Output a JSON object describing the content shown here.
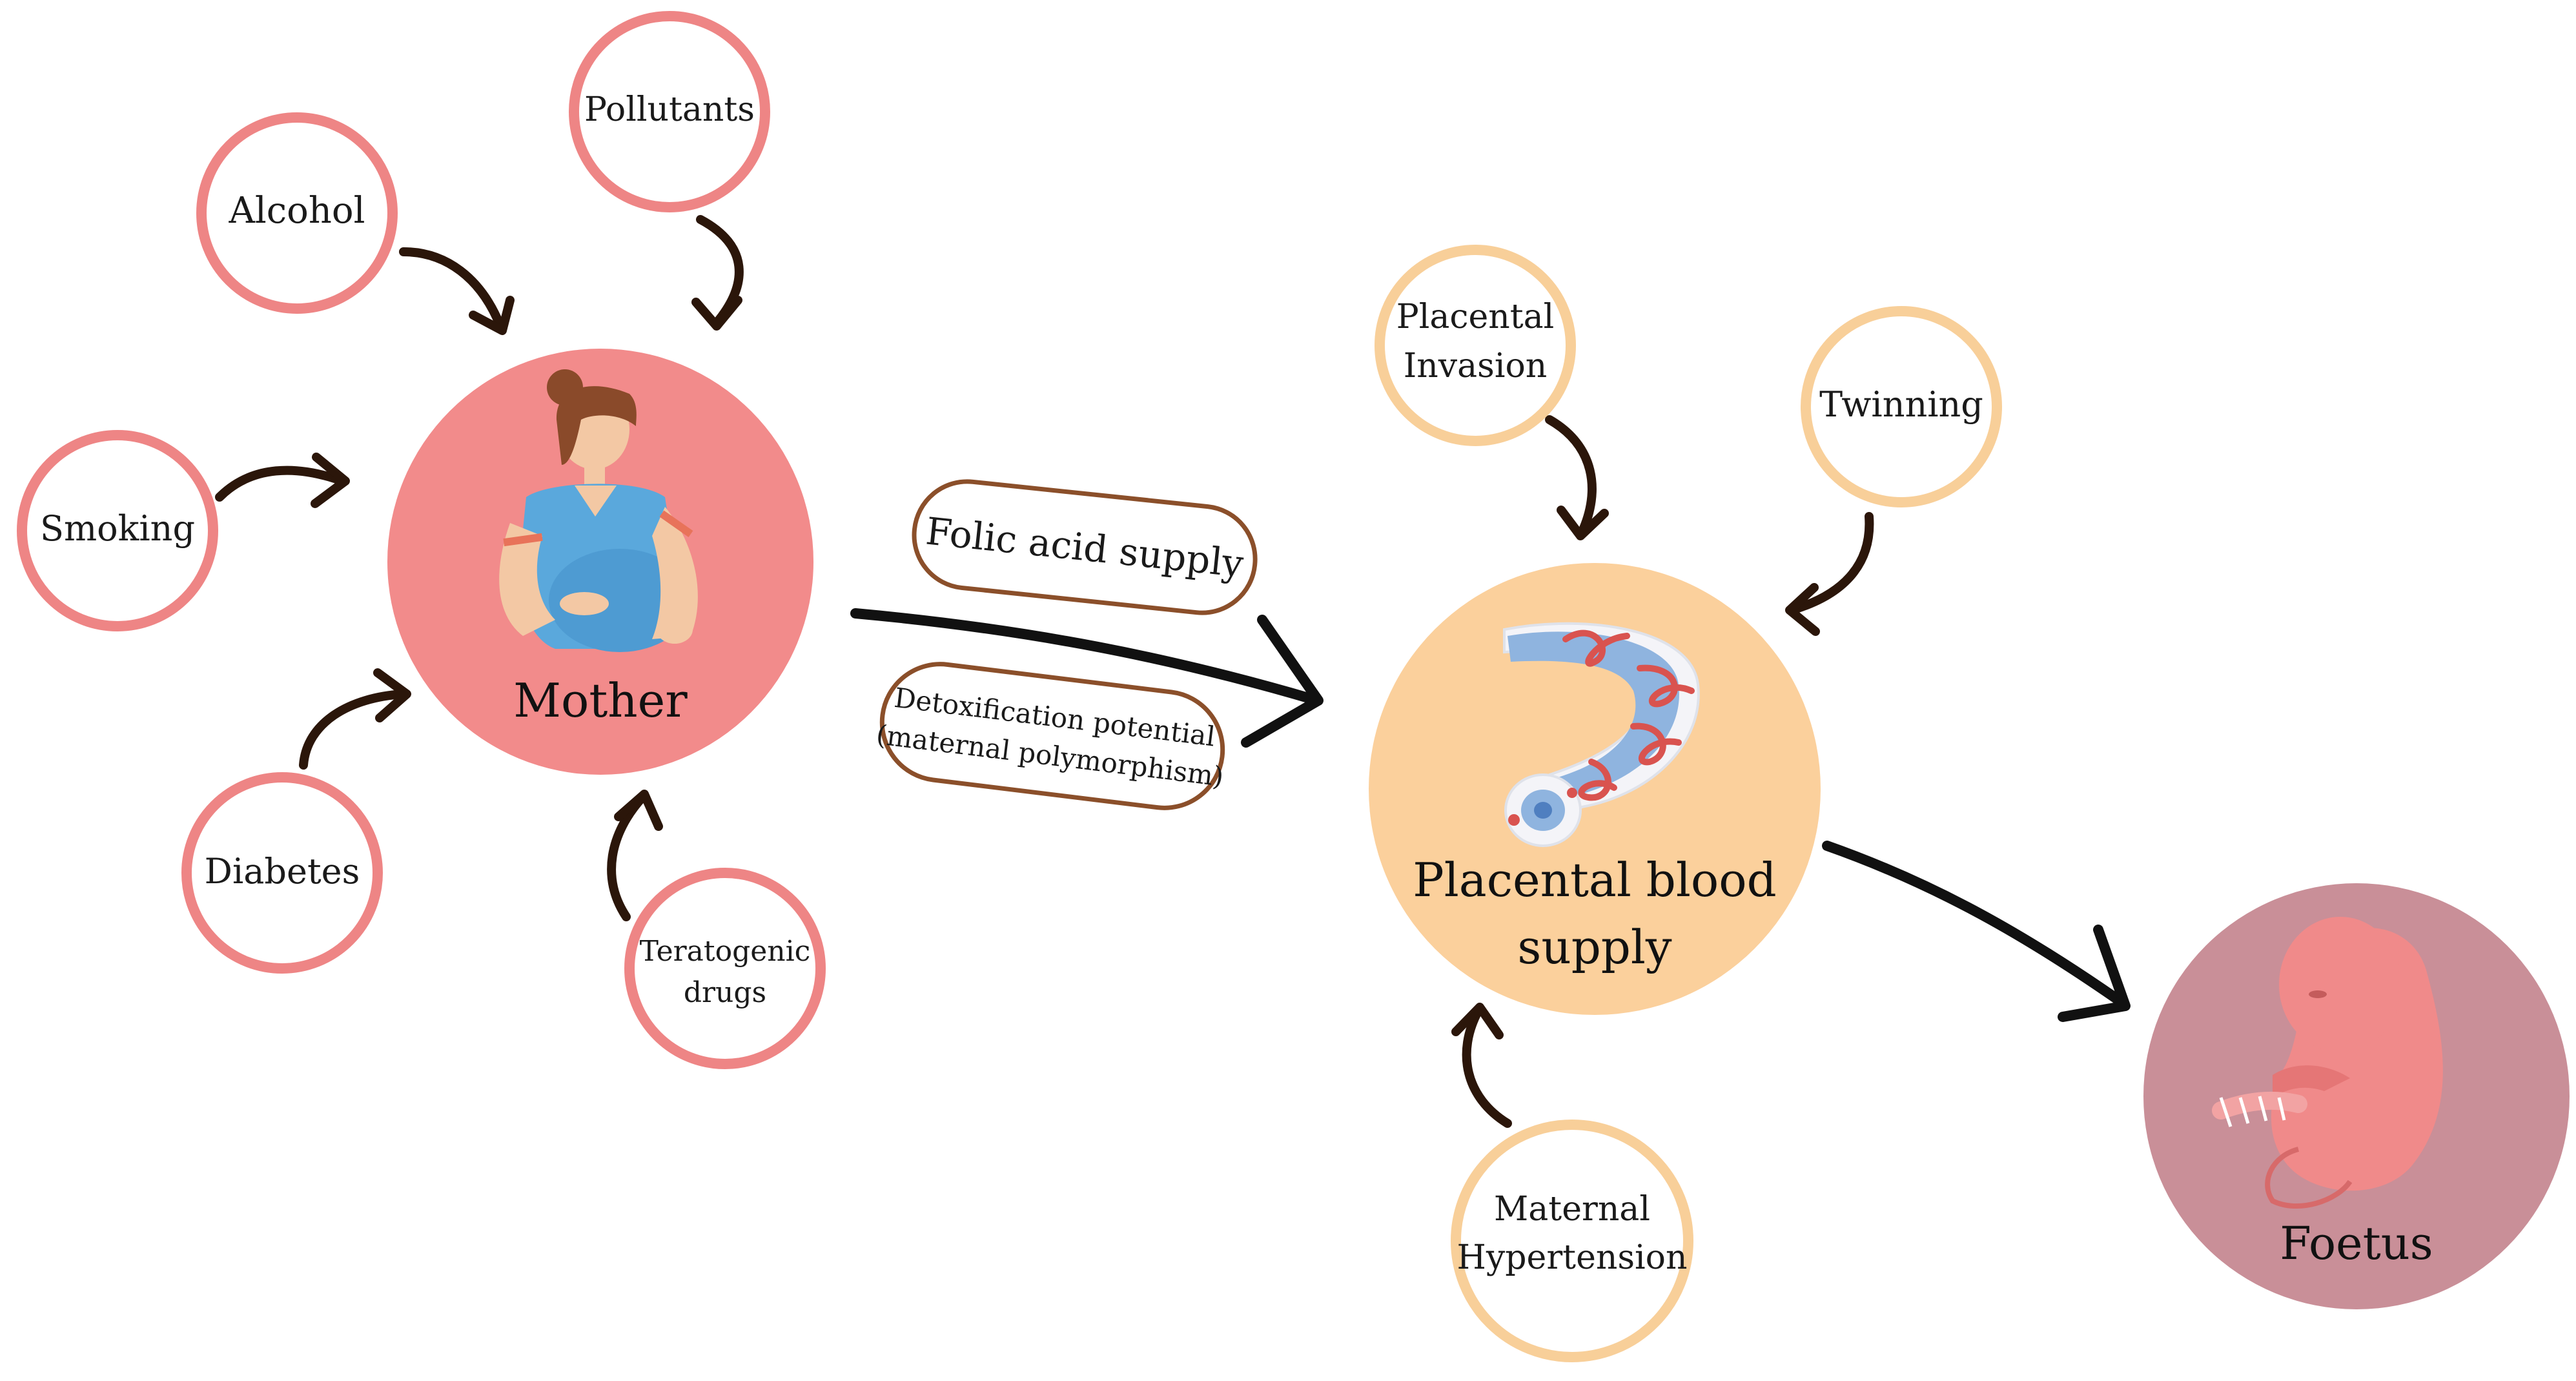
{
  "colors": {
    "maternal_ring": "#ee8585",
    "mother_fill": "#f28b8b",
    "placenta_ring": "#f8cf99",
    "placenta_fill": "#fbd09c",
    "foetus_fill": "#c98f98",
    "pill_border": "#8b4f2a",
    "arrow": "#2b160a",
    "main_arrow": "#111111",
    "vessel_blue": "#8fb4df",
    "vessel_red": "#d9534f",
    "skin": "#f3c8a4",
    "shirt": "#5aa8dc",
    "hair": "#8a4a2a",
    "embryo": "#f08a8a"
  },
  "hubs": {
    "mother": "Mother",
    "placenta": [
      "Placental blood",
      "supply"
    ],
    "foetus": "Foetus"
  },
  "maternal_factors": {
    "pollutants": "Pollutants",
    "alcohol": "Alcohol",
    "smoking": "Smoking",
    "diabetes": "Diabetes",
    "teratogenic": [
      "Teratogenic",
      "drugs"
    ]
  },
  "placental_factors": {
    "invasion": [
      "Placental",
      "Invasion"
    ],
    "twinning": "Twinning",
    "hypertension": [
      "Maternal",
      "Hypertension"
    ]
  },
  "pills": {
    "folic": "Folic acid supply",
    "detox": [
      "Detoxification potential",
      "(maternal polymorphism)"
    ]
  },
  "icons": {
    "mother": "pregnant-woman-icon",
    "placenta": "blood-vessel-icon",
    "foetus": "foetus-icon",
    "arrow": "curved-arrow-icon"
  }
}
